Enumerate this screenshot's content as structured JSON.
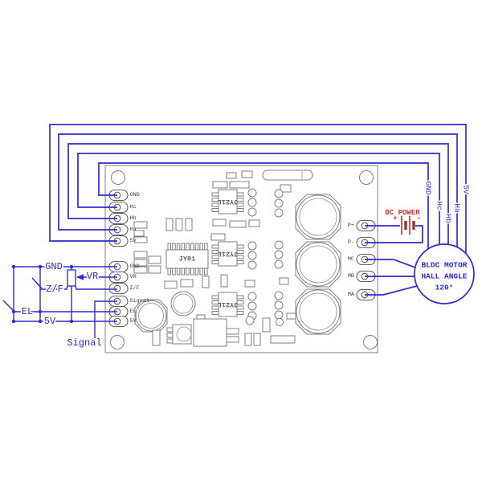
{
  "colors": {
    "wire_blue": "#2b2bd0",
    "power_red": "#cf3434",
    "board_gray": "#7f7f7f"
  },
  "board": {
    "pins_left_top": [
      "GND",
      "Hc",
      "Hb",
      "Ha",
      "5V"
    ],
    "pins_left_bottom": [
      "GND",
      "VR",
      "Z/F",
      "Signal",
      "EL",
      "5V"
    ],
    "pins_right": [
      "P+",
      "P-",
      "MC",
      "MB",
      "MA"
    ],
    "ic_main": "JY01",
    "ic_driver": "JY21L"
  },
  "external_circuit": {
    "gnd_label": "GND",
    "vr_label": "VR",
    "zf_label": "Z/F",
    "el_label": "EL",
    "v5_label": "5V",
    "signal_label": "Signal"
  },
  "power": {
    "title": "DC POWER",
    "plus": "+",
    "minus": "-"
  },
  "hall_bus_labels": {
    "gnd": "GND",
    "hc": "Hc",
    "hb": "Hb",
    "ha": "Ha",
    "v5": "5V"
  },
  "motor": {
    "line1": "BLDC MOTOR",
    "line2": "HALL ANGLE",
    "line3": "120°"
  }
}
